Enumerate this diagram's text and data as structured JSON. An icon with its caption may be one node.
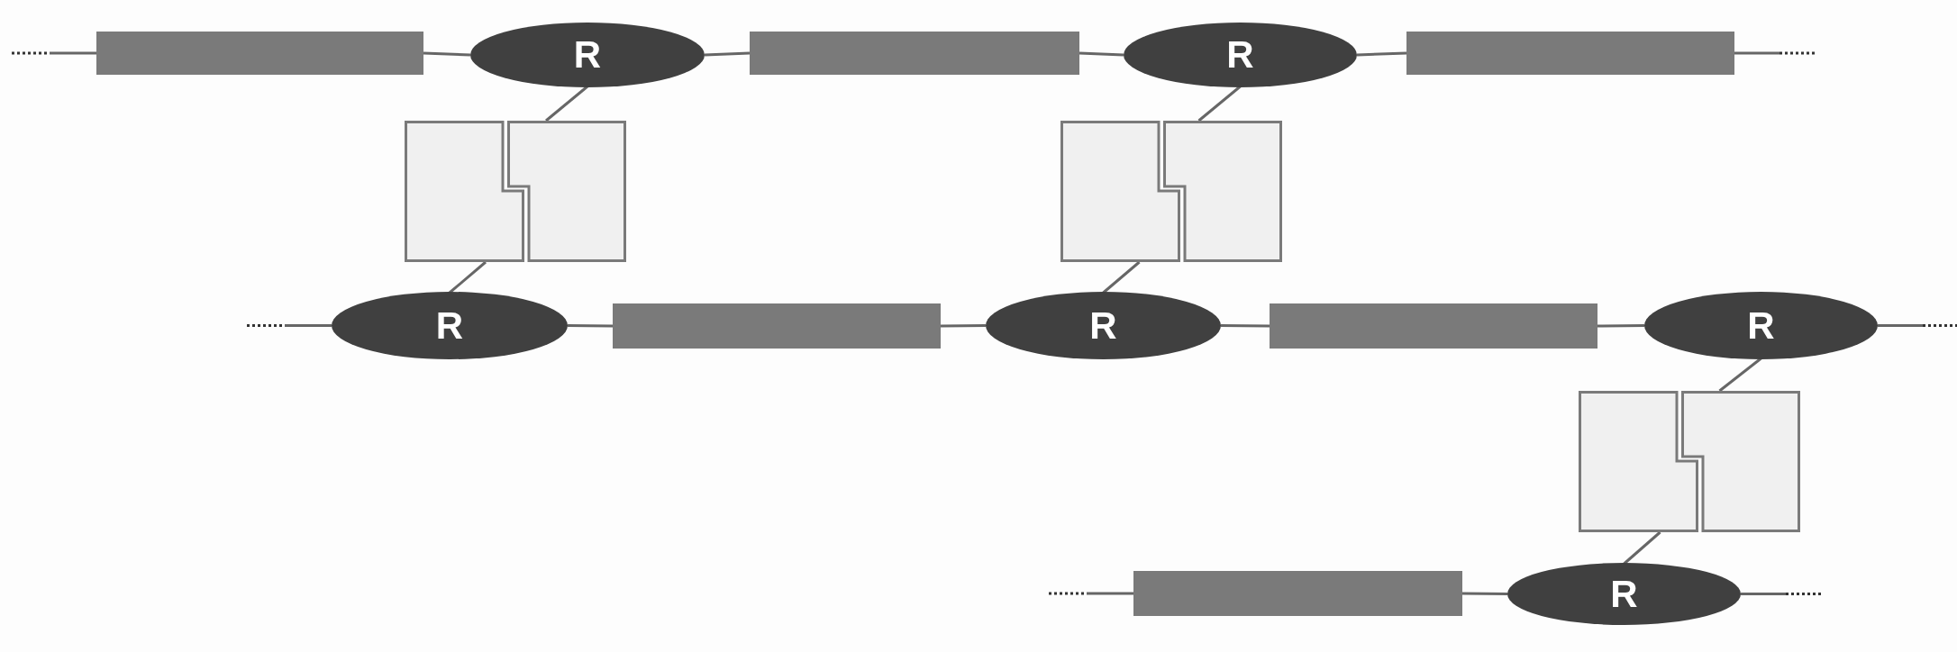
{
  "diagram": {
    "nodes": [
      {
        "text": [],
        "shape": "bar"
      },
      {
        "text": [
          "R"
        ]
      },
      {
        "text": [],
        "shape": "bar"
      },
      {
        "text": [
          "R"
        ]
      },
      {
        "text": [],
        "shape": "bar"
      },
      {
        "text": [],
        "shape": "box"
      },
      {
        "text": [],
        "shape": "box"
      },
      {
        "text": [],
        "shape": "box"
      },
      {
        "text": [],
        "shape": "box"
      },
      {
        "text": [
          "R"
        ]
      },
      {
        "text": [],
        "shape": "bar"
      },
      {
        "text": [
          "R"
        ]
      },
      {
        "text": [],
        "shape": "bar"
      },
      {
        "text": [
          "R"
        ]
      },
      {
        "text": [],
        "shape": "box"
      },
      {
        "text": [],
        "shape": "box"
      },
      {
        "text": [],
        "shape": "bar"
      },
      {
        "text": [
          "R"
        ]
      }
    ],
    "edges": [
      {
        "from": null,
        "to": 0,
        "arrow": "none"
      },
      {
        "from": 0,
        "to": 1,
        "arrow": "none"
      },
      {
        "from": 1,
        "to": 2,
        "arrow": "none"
      },
      {
        "from": 2,
        "to": 3,
        "arrow": "none"
      },
      {
        "from": 3,
        "to": 4,
        "arrow": "none"
      },
      {
        "from": 4,
        "to": null,
        "arrow": "none"
      },
      {
        "from": 1,
        "to": 6,
        "arrow": "none"
      },
      {
        "from": 3,
        "to": 8,
        "arrow": "none"
      },
      {
        "from": 5,
        "to": 9,
        "arrow": "none"
      },
      {
        "from": 7,
        "to": 11,
        "arrow": "none"
      },
      {
        "from": null,
        "to": 9,
        "arrow": "none"
      },
      {
        "from": 9,
        "to": 10,
        "arrow": "none"
      },
      {
        "from": 10,
        "to": 11,
        "arrow": "none"
      },
      {
        "from": 11,
        "to": 12,
        "arrow": "none"
      },
      {
        "from": 12,
        "to": 13,
        "arrow": "none"
      },
      {
        "from": 13,
        "to": null,
        "arrow": "none"
      },
      {
        "from": 13,
        "to": 15,
        "arrow": "none"
      },
      {
        "from": 14,
        "to": 17,
        "arrow": "none"
      },
      {
        "from": null,
        "to": 16,
        "arrow": "none"
      },
      {
        "from": 16,
        "to": 17,
        "arrow": "none"
      },
      {
        "from": 17,
        "to": null,
        "arrow": "none"
      }
    ]
  }
}
